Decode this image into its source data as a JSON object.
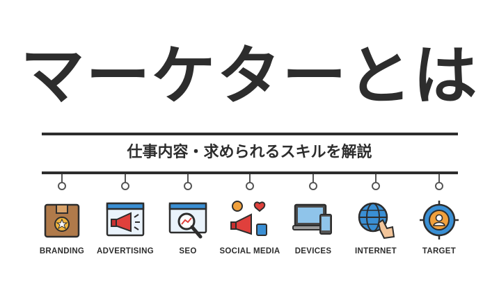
{
  "title": "マーケターとは",
  "subtitle": "仕事内容・求められるスキルを解説",
  "items": [
    {
      "label": "BRANDING",
      "icon": "box-badge-icon"
    },
    {
      "label": "ADVERTISING",
      "icon": "megaphone-window-icon"
    },
    {
      "label": "SEO",
      "icon": "magnifier-chart-icon"
    },
    {
      "label": "SOCIAL MEDIA",
      "icon": "megaphone-heart-icon"
    },
    {
      "label": "DEVICES",
      "icon": "laptop-phone-icon"
    },
    {
      "label": "INTERNET",
      "icon": "globe-hand-icon"
    },
    {
      "label": "TARGET",
      "icon": "target-person-icon"
    }
  ],
  "colors": {
    "dark": "#2d2d2d",
    "accent_red": "#e0403c",
    "accent_blue": "#3a8fd4",
    "accent_orange": "#f0a03c"
  }
}
